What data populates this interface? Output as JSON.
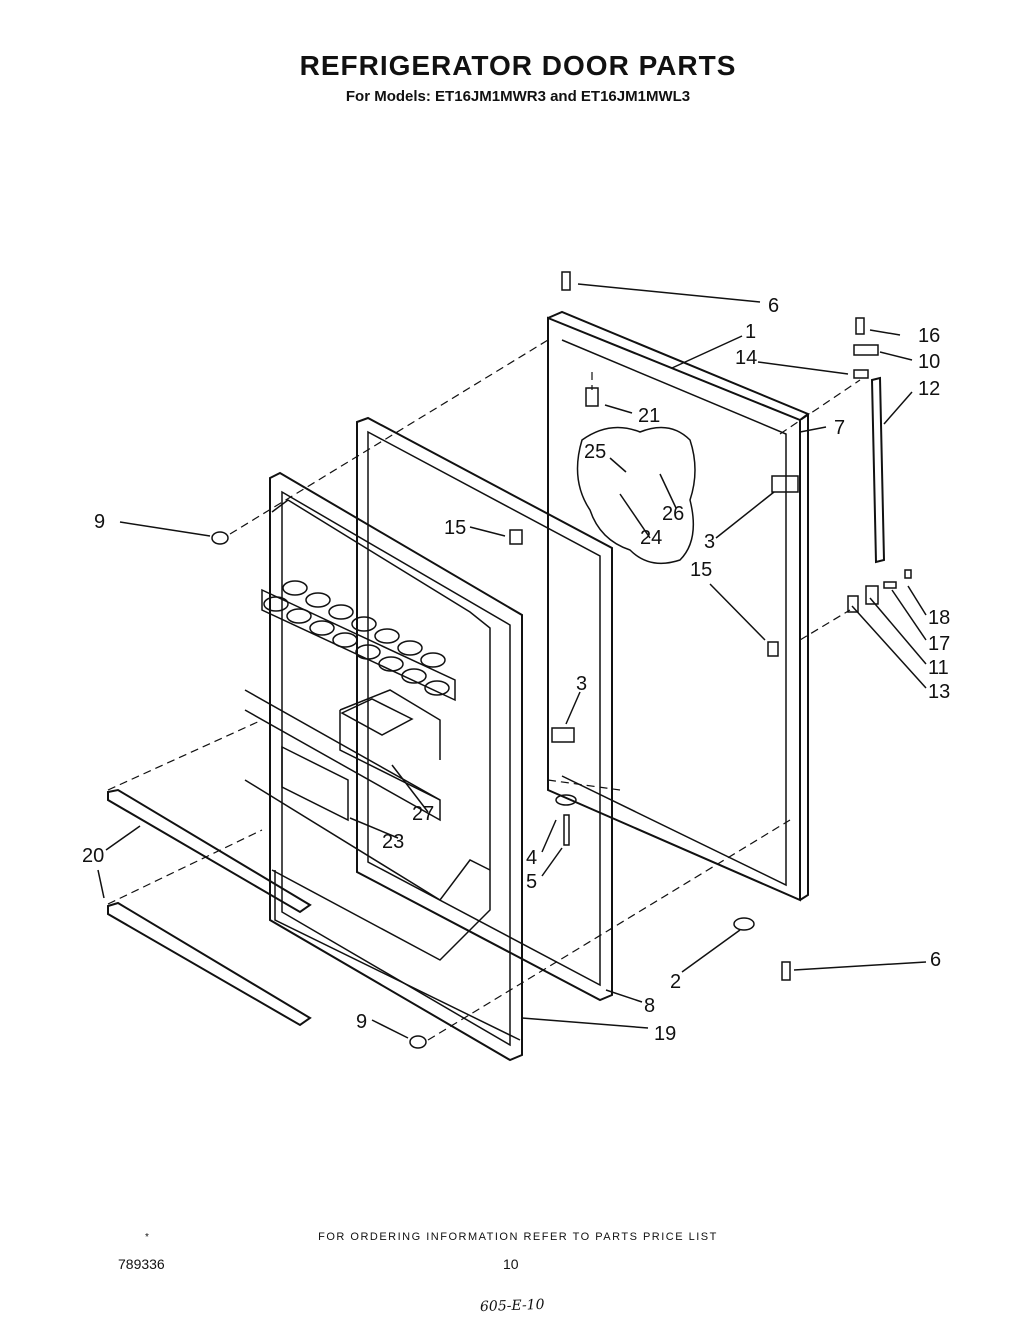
{
  "title": "REFRIGERATOR DOOR PARTS",
  "subtitle": "For Models: ET16JM1MWR3  and ET16JM1MWL3",
  "footer": {
    "asterisk": "*",
    "ordering_note": "FOR ORDERING INFORMATION REFER TO PARTS PRICE LIST",
    "doc_number": "789336",
    "page_number": "10",
    "handwritten_note": "605-E-10"
  },
  "callouts": [
    "6",
    "1",
    "16",
    "14",
    "10",
    "12",
    "21",
    "7",
    "25",
    "26",
    "9",
    "15",
    "24",
    "3",
    "15",
    "18",
    "17",
    "11",
    "13",
    "3",
    "27",
    "23",
    "20",
    "4",
    "5",
    "2",
    "6",
    "8",
    "9",
    "19"
  ]
}
